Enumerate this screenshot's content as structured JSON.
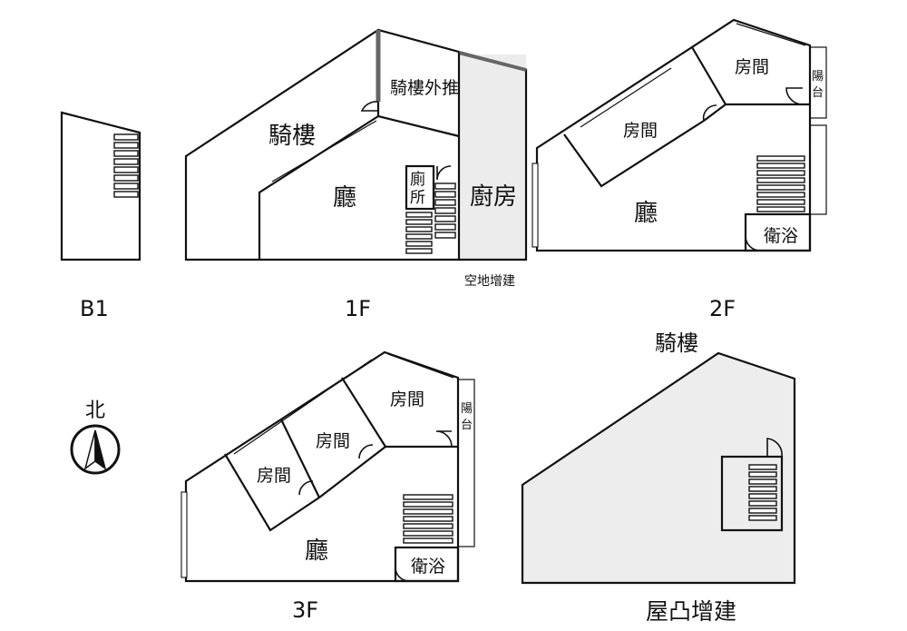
{
  "floors": {
    "b1": {
      "label": "B1"
    },
    "f1": {
      "label": "1F",
      "rooms": {
        "arcade": "騎樓",
        "arcade_ext": "騎樓外推",
        "hall": "廳",
        "toilet_line1": "廁",
        "toilet_line2": "所",
        "kitchen": "廚房"
      },
      "note": "空地增建"
    },
    "f2": {
      "label": "2F",
      "rooms": {
        "bedroom_1": "房間",
        "bedroom_2": "房間",
        "hall": "廳",
        "bath": "衛浴",
        "balcony_line1": "陽",
        "balcony_line2": "台"
      }
    },
    "f3": {
      "label": "3F",
      "rooms": {
        "bedroom_1": "房間",
        "bedroom_2": "房間",
        "bedroom_3": "房間",
        "hall": "廳",
        "bath": "衛浴",
        "balcony_line1": "陽",
        "balcony_line2": "台"
      }
    },
    "roof": {
      "top_label": "騎樓",
      "label": "屋凸增建"
    }
  },
  "compass": {
    "label": "北"
  },
  "colors": {
    "line": "#111111",
    "shade": "#ededed",
    "background": "#ffffff"
  }
}
